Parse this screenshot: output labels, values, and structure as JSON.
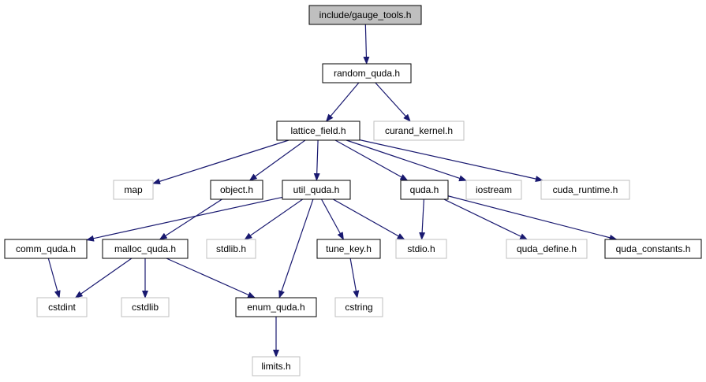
{
  "nodes": {
    "gauge_tools": "include/gauge_tools.h",
    "random_quda": "random_quda.h",
    "lattice_field": "lattice_field.h",
    "curand_kernel": "curand_kernel.h",
    "map": "map",
    "object": "object.h",
    "util_quda": "util_quda.h",
    "quda": "quda.h",
    "iostream": "iostream",
    "cuda_runtime": "cuda_runtime.h",
    "comm_quda": "comm_quda.h",
    "malloc_quda": "malloc_quda.h",
    "stdlib": "stdlib.h",
    "tune_key": "tune_key.h",
    "stdio": "stdio.h",
    "quda_define": "quda_define.h",
    "quda_constants": "quda_constants.h",
    "cstdint": "cstdint",
    "cstdlib": "cstdlib",
    "enum_quda": "enum_quda.h",
    "cstring": "cstring",
    "limits": "limits.h"
  },
  "styles": {
    "edge_color": "#191970",
    "documented_border": "#000000",
    "external_border": "#bfbfbf",
    "highlight_fill": "#bfbfbf",
    "text_color": "#000000"
  },
  "edges": [
    [
      "gauge_tools",
      "random_quda"
    ],
    [
      "random_quda",
      "lattice_field"
    ],
    [
      "random_quda",
      "curand_kernel"
    ],
    [
      "lattice_field",
      "map"
    ],
    [
      "lattice_field",
      "comm_quda"
    ],
    [
      "lattice_field",
      "object"
    ],
    [
      "lattice_field",
      "util_quda"
    ],
    [
      "lattice_field",
      "quda"
    ],
    [
      "lattice_field",
      "iostream"
    ],
    [
      "lattice_field",
      "cuda_runtime"
    ],
    [
      "object",
      "malloc_quda"
    ],
    [
      "util_quda",
      "comm_quda"
    ],
    [
      "util_quda",
      "stdlib"
    ],
    [
      "util_quda",
      "enum_quda"
    ],
    [
      "util_quda",
      "tune_key"
    ],
    [
      "util_quda",
      "stdio"
    ],
    [
      "quda",
      "stdio"
    ],
    [
      "quda",
      "quda_define"
    ],
    [
      "quda",
      "quda_constants"
    ],
    [
      "quda",
      "enum_quda"
    ],
    [
      "comm_quda",
      "cstdint"
    ],
    [
      "malloc_quda",
      "cstdint"
    ],
    [
      "malloc_quda",
      "cstdlib"
    ],
    [
      "malloc_quda",
      "enum_quda"
    ],
    [
      "tune_key",
      "cstring"
    ],
    [
      "enum_quda",
      "limits"
    ]
  ]
}
